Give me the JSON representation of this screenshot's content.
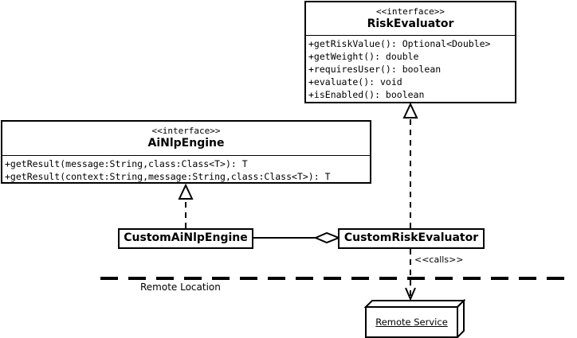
{
  "interfaces": {
    "risk_evaluator": {
      "stereotype": "<<interface>>",
      "name": "RiskEvaluator",
      "operations": [
        "+getRiskValue(): Optional<Double>",
        "+getWeight(): double",
        "+requiresUser(): boolean",
        "+evaluate(): void",
        "+isEnabled(): boolean"
      ]
    },
    "ai_nlp_engine": {
      "stereotype": "<<interface>>",
      "name": "AiNlpEngine",
      "operations": [
        "+getResult(message:String,class:Class<T>): T",
        "+getResult(context:String,message:String,class:Class<T>): T"
      ]
    }
  },
  "classes": {
    "custom_ai_nlp_engine": "CustomAiNlpEngine",
    "custom_risk_evaluator": "CustomRiskEvaluator"
  },
  "labels": {
    "calls": "<<calls>>",
    "remote_location": "Remote Location"
  },
  "node": {
    "remote_service": "Remote Service"
  }
}
